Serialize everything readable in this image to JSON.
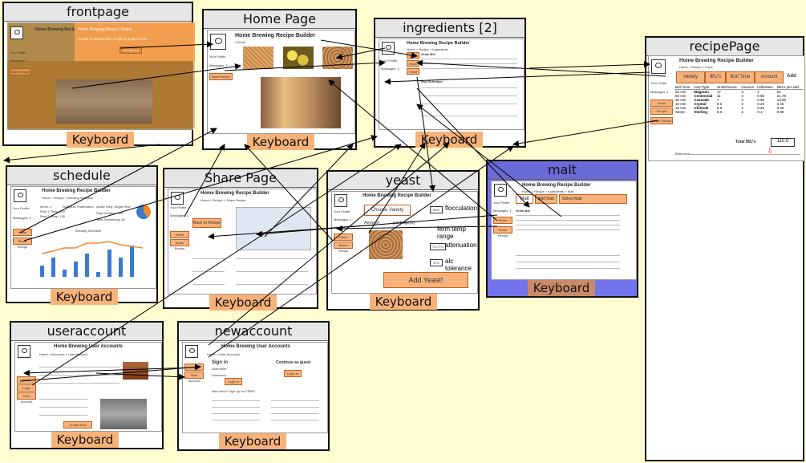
{
  "frames": {
    "frontpage": {
      "title": "frontpage",
      "kbd": "Keyboard",
      "app_title": "Home Brewing Recipe Creator",
      "tagline": "Create a custom beer recipe in under 5 min.",
      "cta": "Get Started",
      "profile": "Your Profile",
      "messages": "Messages: 1",
      "build": "Build Recipe"
    },
    "homepage": {
      "title": "Home Page",
      "kbd": "Keyboard",
      "app_title": "Home Brewing Recipe Builder",
      "crumb": ">Home",
      "profile": "Your Profile",
      "messages": "Messages: 1",
      "build": "Build Recipe"
    },
    "ingredients": {
      "title": "ingredients [2]",
      "kbd": "Keyboard",
      "app_title": "Home Brewing Recipe Builder",
      "crumb": "Home > Recipe > Ingredients",
      "nav": [
        "Malt",
        "Hops",
        "Yeast"
      ],
      "profile": "Your Profile",
      "messages": "Messages: 1",
      "grain_bill": "Grain Bill",
      "hop_sched": "Hop Schedule"
    },
    "recipe": {
      "title": "recipePage",
      "app_title": "Home Brewing Recipe Builder",
      "crumb": "Home > Recipe > Hops",
      "tabs": [
        "Variety",
        "IBU's",
        "Boil Time",
        "Amount"
      ],
      "add": "Add",
      "profile": "Your Profile",
      "messages": "Messages: 1",
      "nav": [
        "Home",
        "Recipe",
        "Share Recipe"
      ],
      "headers": [
        "Boil Time",
        "Hop Type",
        "Units/Ounce",
        "Ounces",
        "Utilization",
        "IBU's per add"
      ],
      "rows": [
        [
          "60 min",
          "Magnum",
          "17",
          "3",
          "1",
          "51"
        ],
        [
          "60 min",
          "Centennial",
          "11",
          "3",
          "0.66",
          "21.78"
        ],
        [
          "30 min",
          "Cascade",
          "7",
          "3",
          "0.66",
          "13.86"
        ],
        [
          "15 min",
          "Crystal",
          "6.5",
          "2",
          "0.25",
          "3.25"
        ],
        [
          "15 min",
          "Chinook",
          "6.5",
          "2",
          "0.25",
          "3.25"
        ],
        [
          "Steep",
          "Sterling",
          "6.3",
          "2",
          "0.1",
          "0.88"
        ]
      ],
      "total_label": "Total IBU's",
      "total_value": "110.0",
      "bitter": "Bitterness"
    },
    "schedule": {
      "title": "schedule",
      "kbd": "Keyboard",
      "app_title": "Home Brewing Recipe Builder",
      "crumb": "Home > Recipe > Brewing Schedule",
      "profile": "Your Profile",
      "messages": "Messages: 1",
      "nav": [
        "Home",
        "Share Recipe"
      ],
      "params": [
        "Items: 3",
        "Rest 1 Temp: 122",
        "Rest 2 Temp: 150"
      ],
      "sched": "Schedule Parameters",
      "active": "Active Step: Sugar Rest",
      "duration": "Step Duration: 120",
      "remaining": "Time Remaining: 68",
      "chart_title": "Brewing Schedule"
    },
    "share": {
      "title": "Share Page",
      "kbd": "Keyboard",
      "app_title": "Home Brewing Recipe Builder",
      "crumb": "Home > Recipe > Share Recipe",
      "profile": "Your Profile",
      "messages": "Messages: 1",
      "back": "Back to Recipe",
      "nav": [
        "Home",
        "Share Recipe"
      ]
    },
    "yeast": {
      "title": "yeast",
      "kbd": "Keyboard",
      "app_title": "Home Brewing Recipe Builder",
      "profile": "Your Profile",
      "messages": "Messages: 1",
      "choose": "Choose Variety",
      "amount": "Amount",
      "packages": "package(s)",
      "labels": [
        "flocculation",
        "ferm temp range",
        "attenuation",
        "alc tolerance"
      ],
      "values": [
        "Med",
        "",
        "73-77%",
        "11%"
      ],
      "add": "Add Yeast!",
      "nav": [
        "Home",
        "Share Recipe"
      ]
    },
    "malt": {
      "title": "malt",
      "kbd": "Keyboard",
      "app_title": "Home Brewing Recipe Builder",
      "crumb": "Home > Recipe > Ingredients > Malt",
      "tab": "Malt",
      "add": "Add Malt",
      "select": "Select Malt",
      "profile": "Your Profile",
      "messages": "Messages: 1",
      "nav": [
        "Home",
        "Share Recipe"
      ],
      "grain": "Grain Bill"
    },
    "useraccount": {
      "title": "useraccount",
      "kbd": "Keyboard",
      "app_title": "Home Brewing User Accounts",
      "crumb": "Home > Accounts > User Account",
      "nav": [
        "Home",
        "Login",
        "New Account"
      ],
      "create": "Create Now"
    },
    "newaccount": {
      "title": "newaccount",
      "kbd": "Keyboard",
      "app_title": "Home Brewing User Accounts",
      "crumb": "Home > User Accounts",
      "signin": "Sign in",
      "username": "Username",
      "password": "Password",
      "login": "Login In",
      "continue": "Continue as guest",
      "nav": [
        "Login",
        "New Account"
      ],
      "newhere": "New Here? Sign Up for FREE!"
    }
  }
}
